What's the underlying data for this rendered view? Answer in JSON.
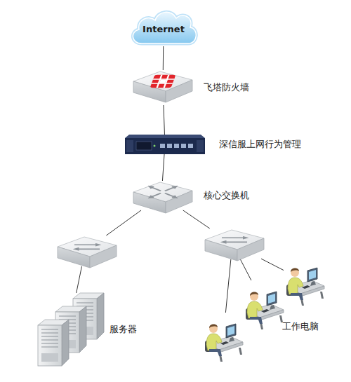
{
  "diagram": {
    "nodes": [
      {
        "text": [
          "Internet"
        ]
      },
      {
        "text": [
          "飞塔防火墙"
        ]
      },
      {
        "text": [
          "深信服上网行为管理"
        ]
      },
      {
        "text": [
          "核心交换机"
        ]
      },
      {
        "text": []
      },
      {
        "text": []
      },
      {
        "text": [
          "服务器"
        ]
      },
      {
        "text": []
      },
      {
        "text": []
      },
      {
        "text": []
      }
    ],
    "edges": [
      {
        "from": 0,
        "to": 1,
        "arrow": "none"
      },
      {
        "from": 1,
        "to": 2,
        "arrow": "none"
      },
      {
        "from": 2,
        "to": 3,
        "arrow": "none"
      },
      {
        "from": 3,
        "to": 4,
        "arrow": "none"
      },
      {
        "from": 3,
        "to": 5,
        "arrow": "none"
      },
      {
        "from": 4,
        "to": 6,
        "arrow": "none"
      },
      {
        "from": 5,
        "to": 7,
        "arrow": "none"
      },
      {
        "from": 5,
        "to": 8,
        "arrow": "none"
      },
      {
        "from": 5,
        "to": 9,
        "arrow": "none"
      }
    ],
    "labels": [
      "工作电脑"
    ]
  }
}
